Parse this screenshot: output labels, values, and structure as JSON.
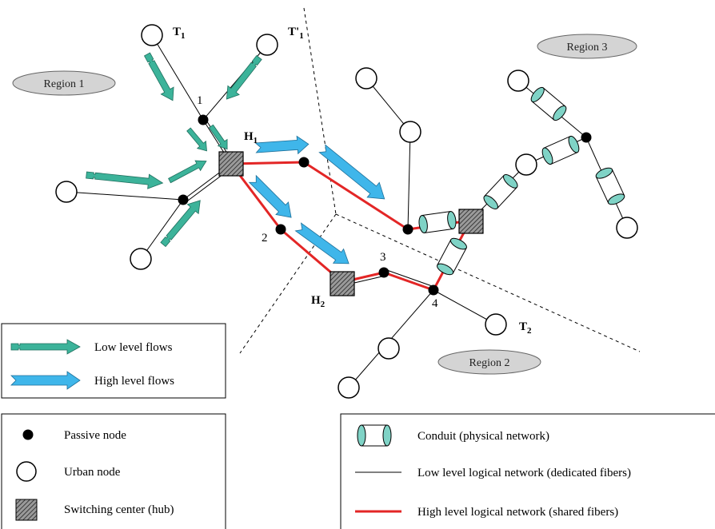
{
  "regions": {
    "region1": "Region 1",
    "region2": "Region 2",
    "region3": "Region 3"
  },
  "node_labels": {
    "t1": "T",
    "t1_sub": "1",
    "t1p": "T'",
    "t1p_sub": "1",
    "t2": "T",
    "t2_sub": "2",
    "h1": "H",
    "h1_sub": "1",
    "h2": "H",
    "h2_sub": "2",
    "n1": "1",
    "n2": "2",
    "n3": "3",
    "n4": "4"
  },
  "legend_flows": {
    "low": "Low level flows",
    "high": "High level flows"
  },
  "legend_nodes": {
    "passive": "Passive node",
    "urban": "Urban node",
    "hub": "Switching center (hub)"
  },
  "legend_networks": {
    "conduit": "Conduit (physical network)",
    "low": "Low level logical network (dedicated fibers)",
    "high": "High level logical network (shared fibers)"
  },
  "colors": {
    "low_flow": "#3cb39a",
    "high_flow": "#3fb6ea",
    "high_network": "#e32626",
    "conduit": "#7fd3c6",
    "region_fill": "#d4d4d4"
  }
}
